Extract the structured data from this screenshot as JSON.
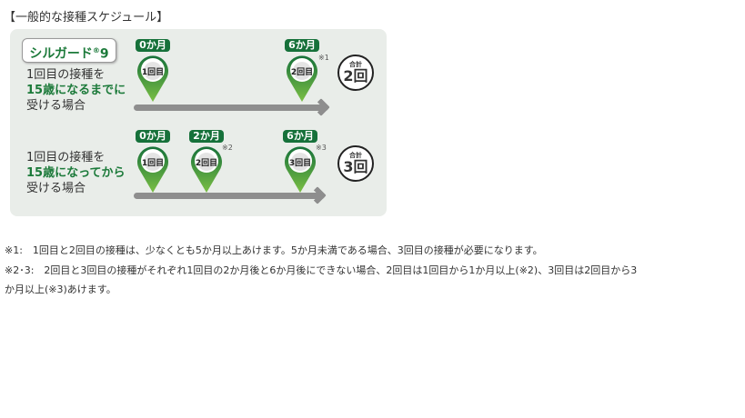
{
  "title": "【一般的な接種スケジュール】",
  "product": {
    "name": "シルガード",
    "reg": "®",
    "num": "9"
  },
  "row1": {
    "cond_line1": "1回目の接種を",
    "cond_line2": "15歳になるまでに",
    "cond_line3": "受ける場合",
    "doses": [
      {
        "month": "0か月",
        "label": "1回目",
        "note": ""
      },
      {
        "month": "6か月",
        "label": "2回目",
        "note": "※1"
      }
    ],
    "total_label": "合計",
    "total_value": "2回"
  },
  "row2": {
    "cond_line1": "1回目の接種を",
    "cond_line2": "15歳になってから",
    "cond_line3": "受ける場合",
    "doses": [
      {
        "month": "0か月",
        "label": "1回目",
        "note": ""
      },
      {
        "month": "2か月",
        "label": "2回目",
        "note": "※2"
      },
      {
        "month": "6か月",
        "label": "3回目",
        "note": "※3"
      }
    ],
    "total_label": "合計",
    "total_value": "3回"
  },
  "footnotes": [
    "※1:　1回目と2回目の接種は、少なくとも5か月以上あけます。5か月未満である場合、3回目の接種が必要になります。",
    "※2･3:　2回目と3回目の接種がそれぞれ1回目の2か月後と6か月後にできない場合、2回目は1回目から1か月以上(※2)、3回目は2回目から3",
    "か月以上(※3)あけます。"
  ],
  "colors": {
    "green": "#16713a",
    "panel": "#e9ede9",
    "arrow": "#8e8e8e"
  }
}
